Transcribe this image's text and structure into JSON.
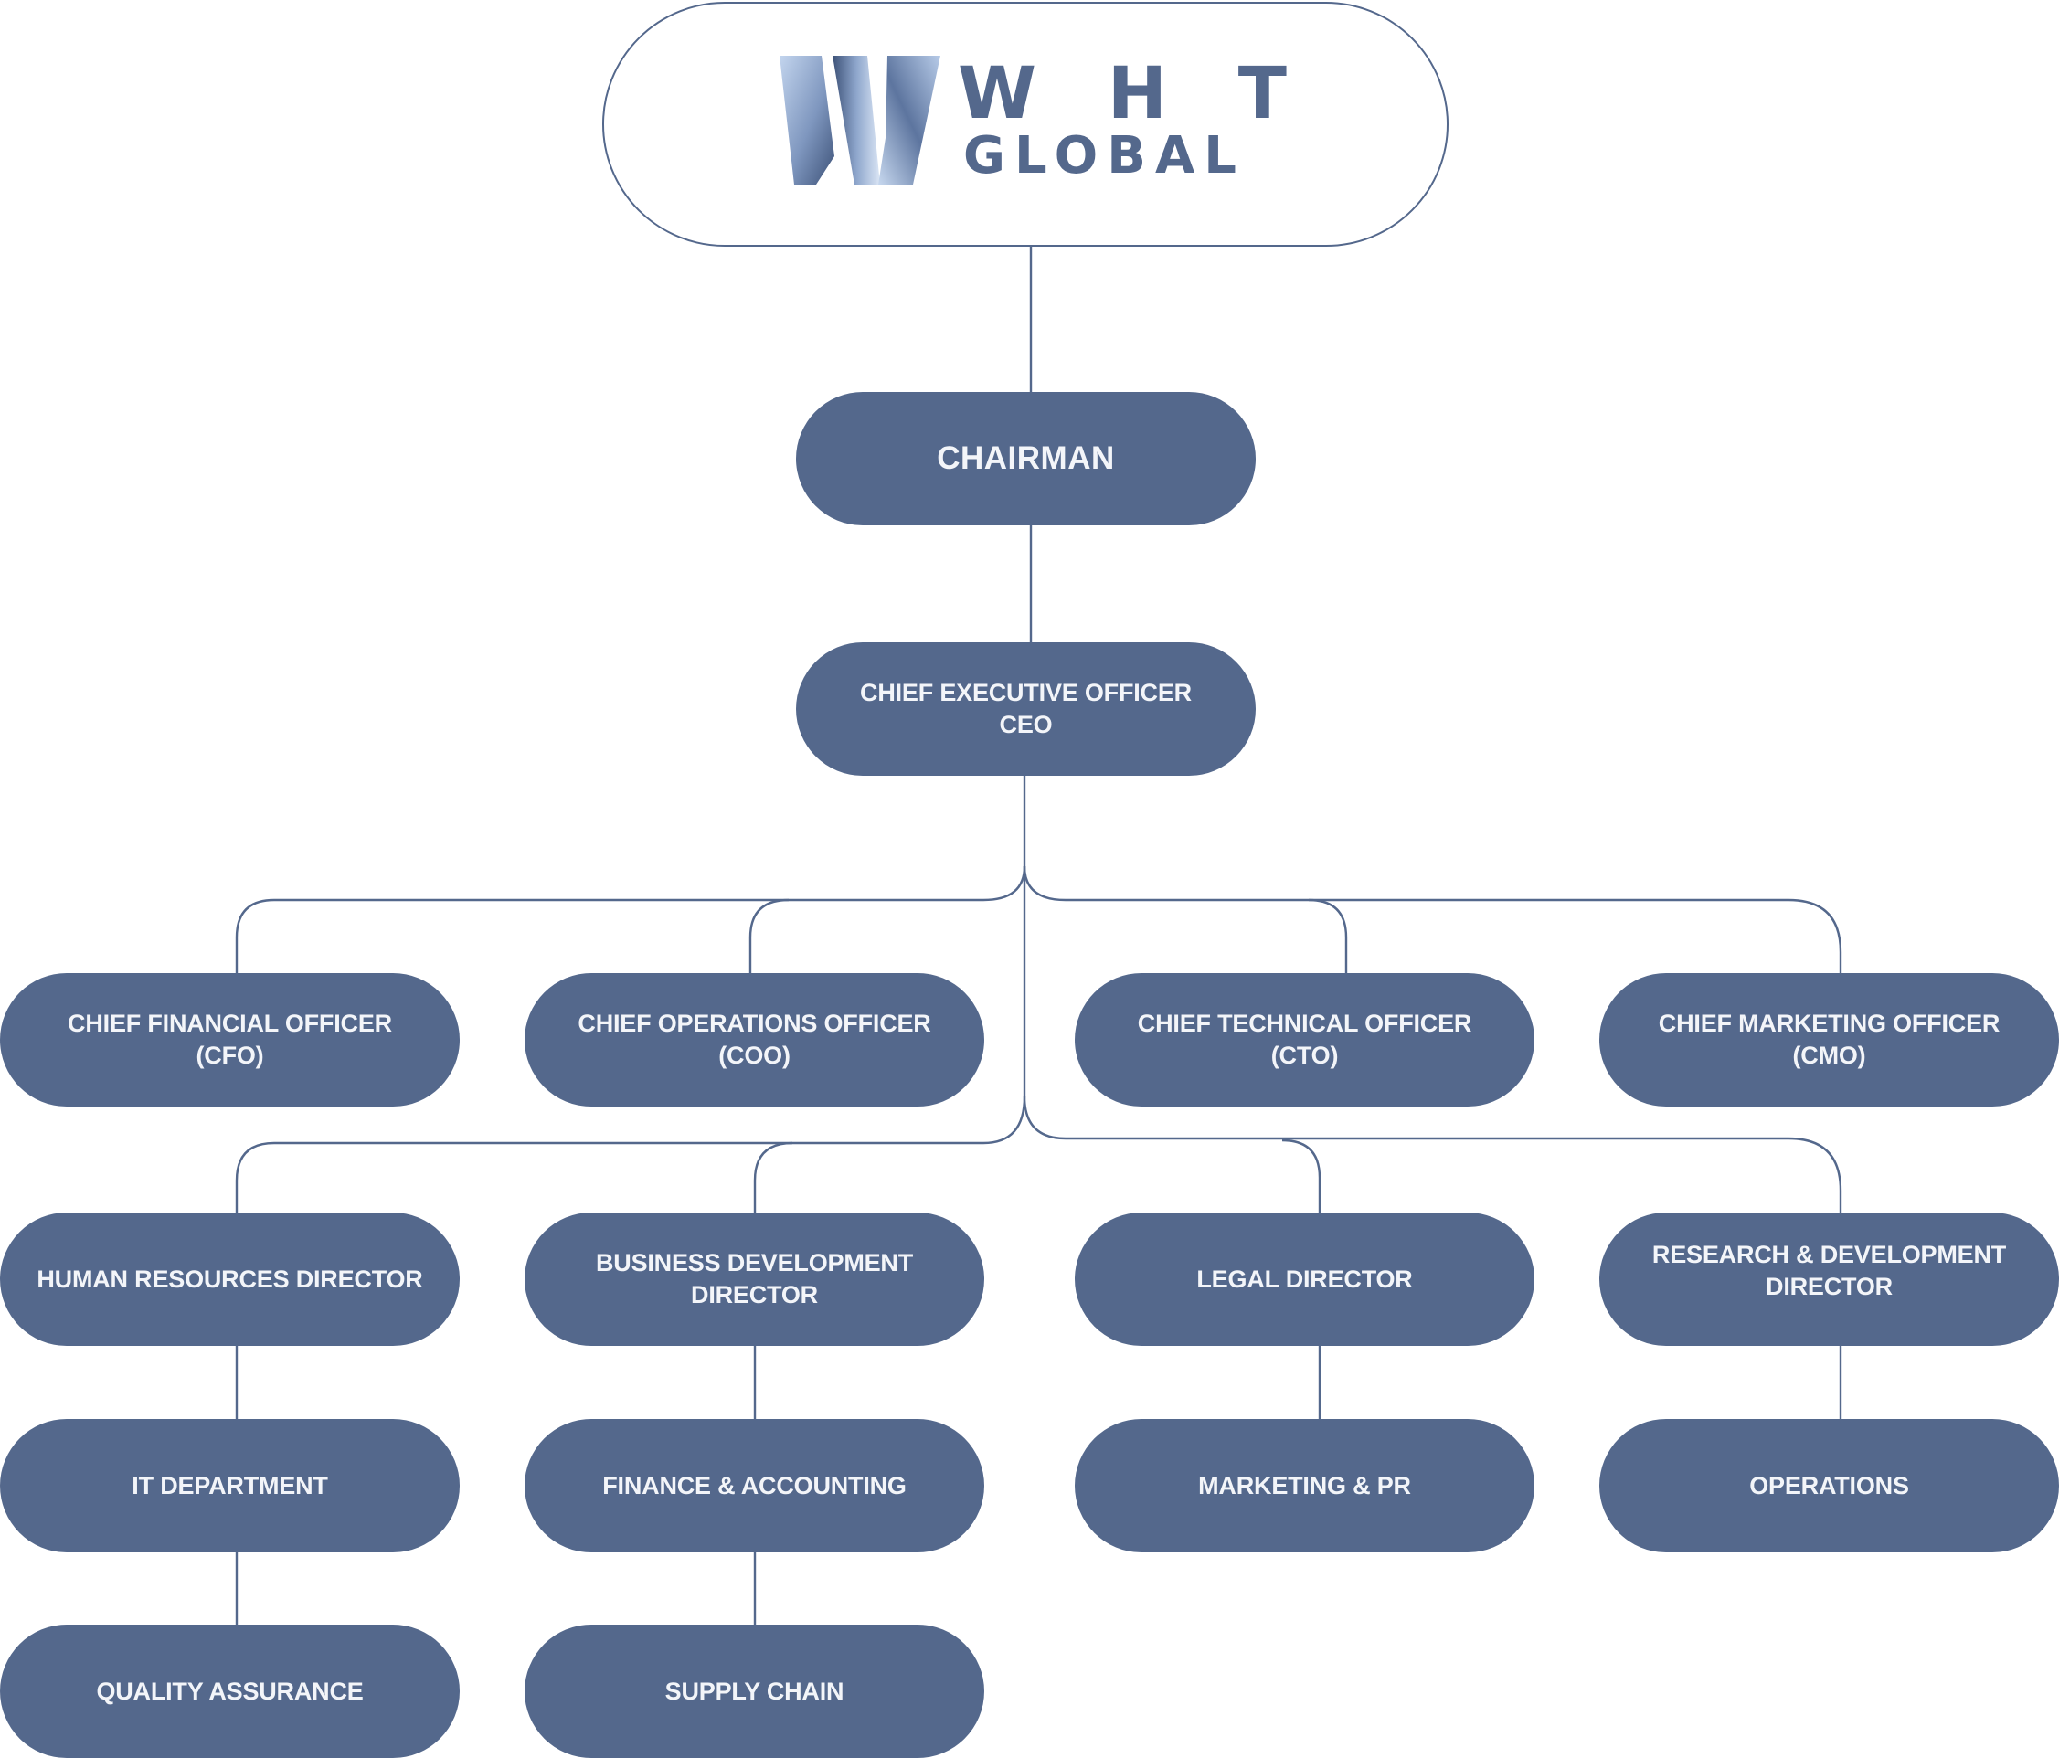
{
  "colors": {
    "node_fill": "#54688c",
    "node_text": "#f3f5f9",
    "connector": "#54688c",
    "logo_light": "#b7cbe8",
    "logo_dark": "#3d5278"
  },
  "logo": {
    "line1": [
      "W",
      "H",
      "T"
    ],
    "line2": "GLOBAL",
    "icon": "wht-w-logo-icon"
  },
  "chart": {
    "chairman": "CHAIRMAN",
    "ceo": {
      "line1": "CHIEF EXECUTIVE OFFICER",
      "line2": "CEO"
    },
    "officers": [
      {
        "line1": "CHIEF FINANCIAL OFFICER",
        "line2": "(CFO)"
      },
      {
        "line1": "CHIEF OPERATIONS OFFICER",
        "line2": "(COO)"
      },
      {
        "line1": "CHIEF TECHNICAL OFFICER",
        "line2": "(CTO)"
      },
      {
        "line1": "CHIEF MARKETING OFFICER",
        "line2": "(CMO)"
      }
    ],
    "directors": [
      {
        "line1": "HUMAN RESOURCES DIRECTOR",
        "line2": ""
      },
      {
        "line1": "BUSINESS DEVELOPMENT",
        "line2": "DIRECTOR"
      },
      {
        "line1": "LEGAL DIRECTOR",
        "line2": ""
      },
      {
        "line1": "RESEARCH & DEVELOPMENT",
        "line2": "DIRECTOR"
      }
    ],
    "departments": [
      "IT DEPARTMENT",
      "FINANCE & ACCOUNTING",
      "MARKETING & PR",
      "OPERATIONS"
    ],
    "sub_departments": [
      "QUALITY ASSURANCE",
      "SUPPLY CHAIN"
    ]
  }
}
